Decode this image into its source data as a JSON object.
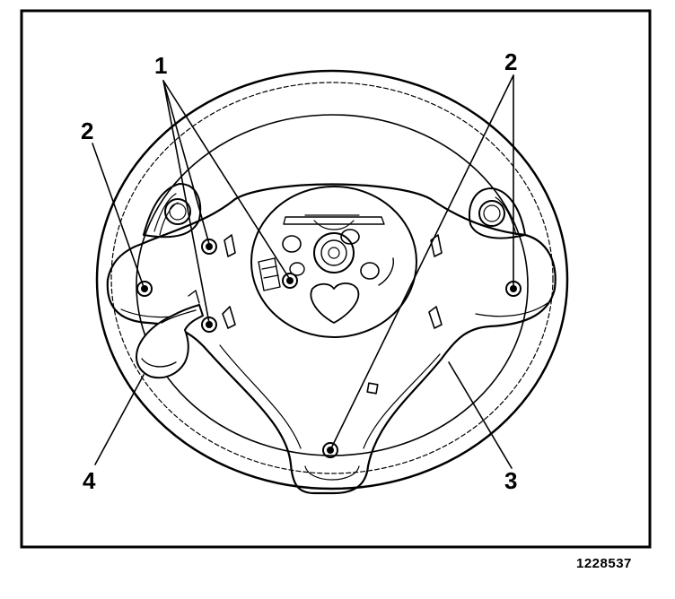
{
  "callouts": {
    "one": "1",
    "two_left": "2",
    "two_right": "2",
    "three": "3",
    "four": "4"
  },
  "figure_number": "1228537"
}
